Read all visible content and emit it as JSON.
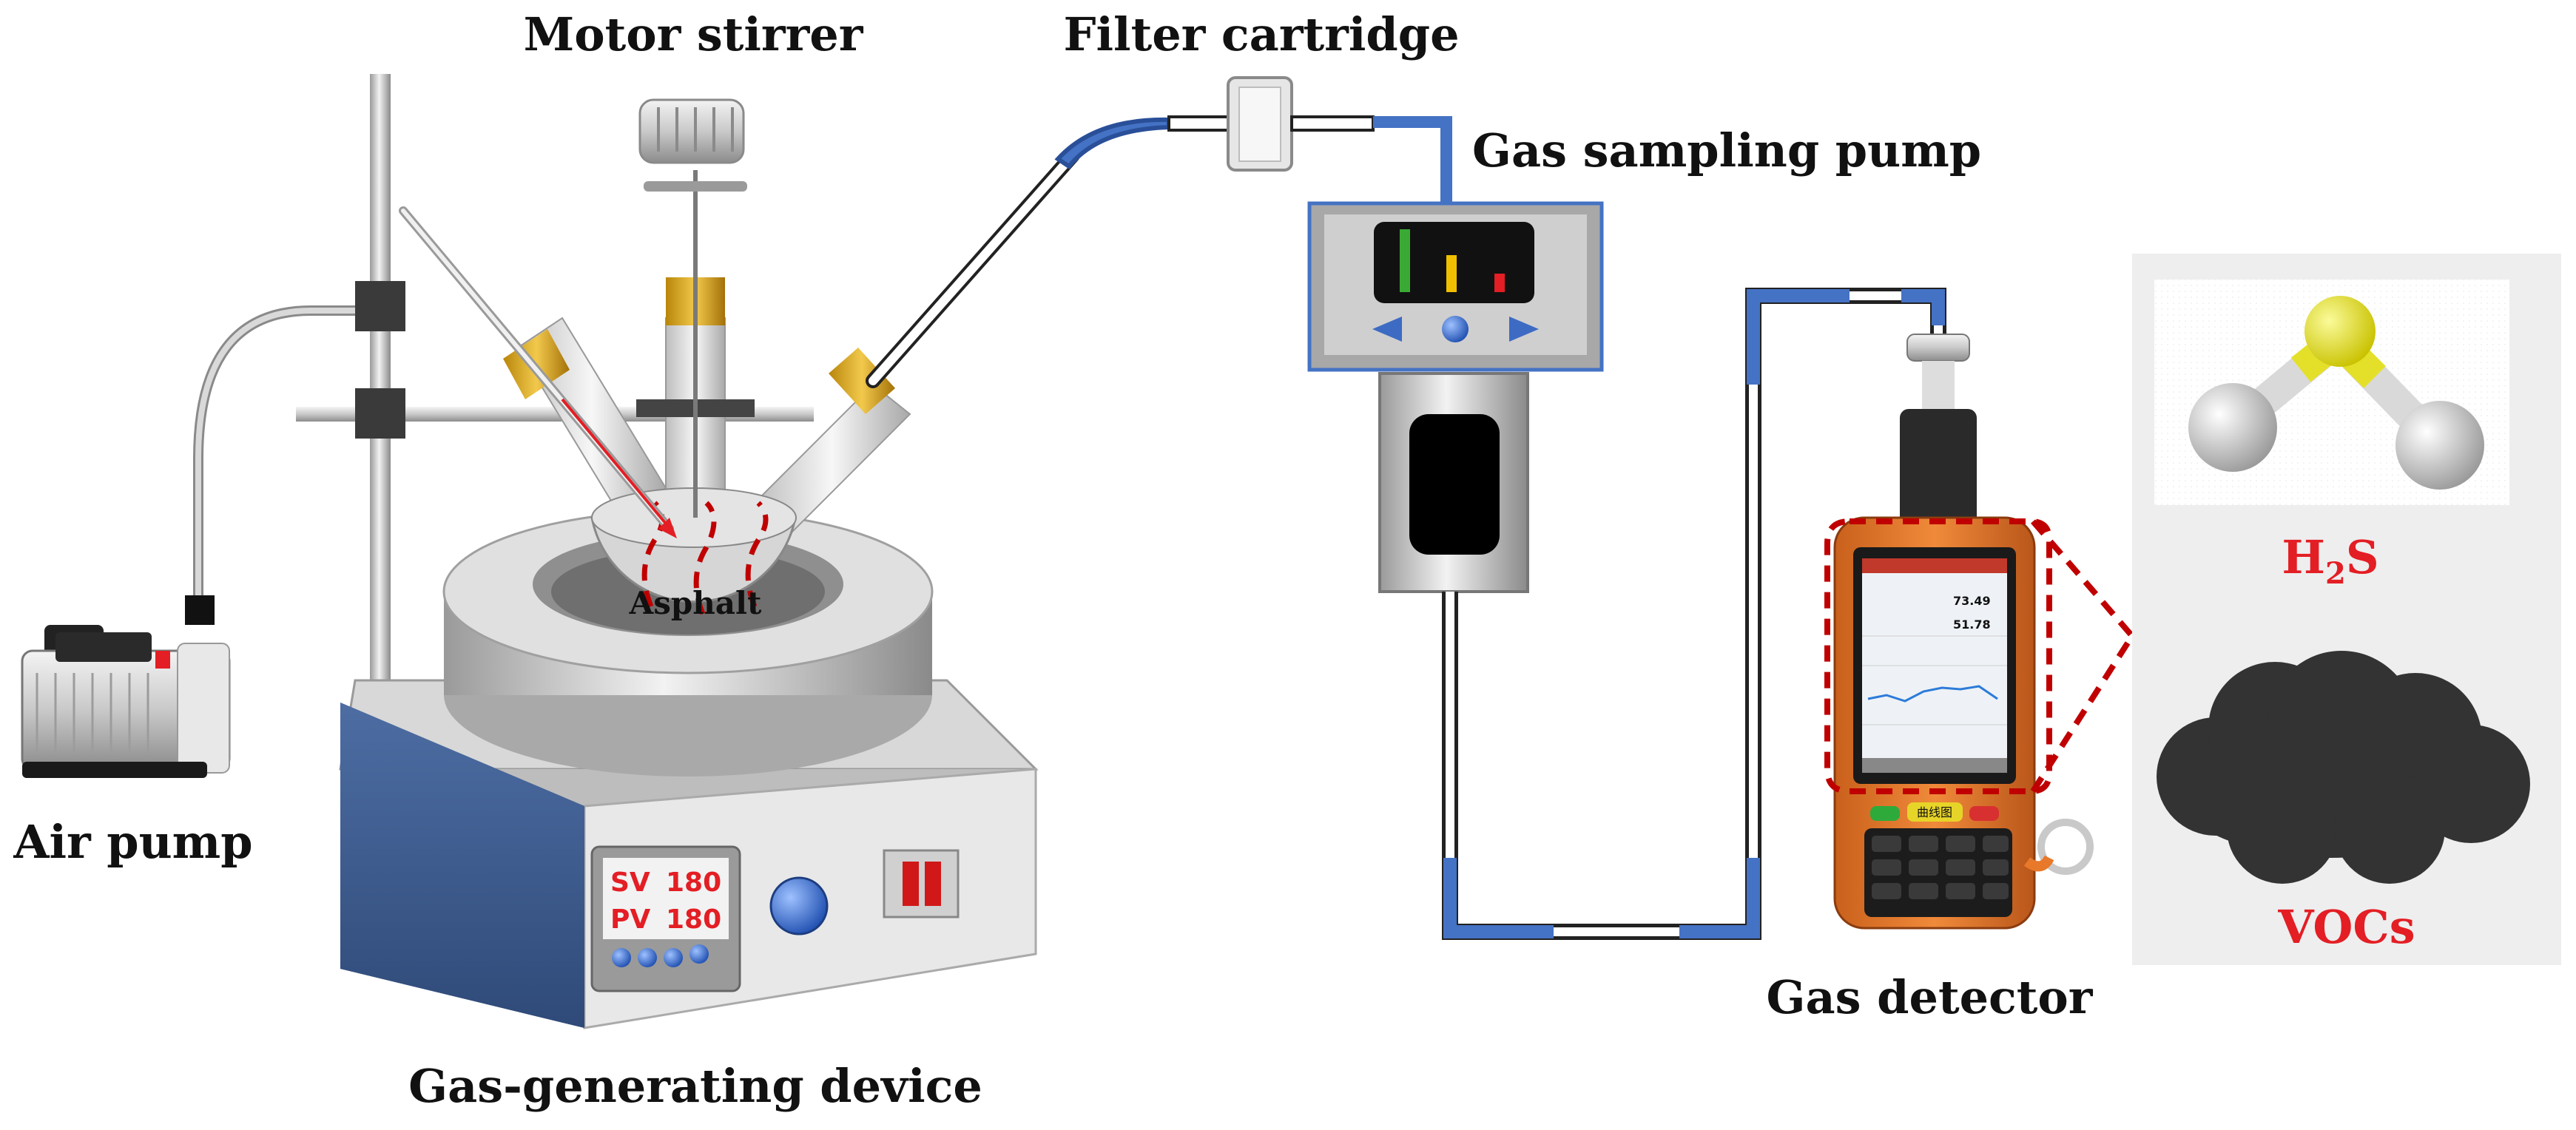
{
  "labels": {
    "motor_stirrer": "Motor stirrer",
    "filter_cartridge": "Filter cartridge",
    "gas_sampling_pump": "Gas sampling pump",
    "air_pump": "Air pump",
    "gas_generating_device": "Gas-generating device",
    "gas_detector": "Gas detector",
    "asphalt": "Asphalt"
  },
  "heater_display": {
    "sv_label": "SV",
    "sv_value": "180",
    "pv_label": "PV",
    "pv_value": "180"
  },
  "products": {
    "h2s_main": "H",
    "h2s_sub": "2",
    "h2s_tail": "S",
    "vocs": "VOCs"
  },
  "detector_screen": {
    "button_label": "曲线图",
    "reading_1": "73.49",
    "reading_2": "51.78"
  },
  "colors": {
    "label_black": "#111111",
    "product_red": "#e31e24",
    "tube_blue": "#4472c4",
    "cap_gold": "#d4a017",
    "heater_blue": "#3b5a8c",
    "detector_orange": "#e8782a",
    "dashed_red": "#c00000"
  },
  "icons": [
    "air-pump-icon",
    "stand-icon",
    "flask-icon",
    "thermometer-icon",
    "heater-icon",
    "filter-icon",
    "sampling-pump-icon",
    "gas-detector-icon",
    "h2s-molecule-icon",
    "voc-cloud-icon"
  ]
}
